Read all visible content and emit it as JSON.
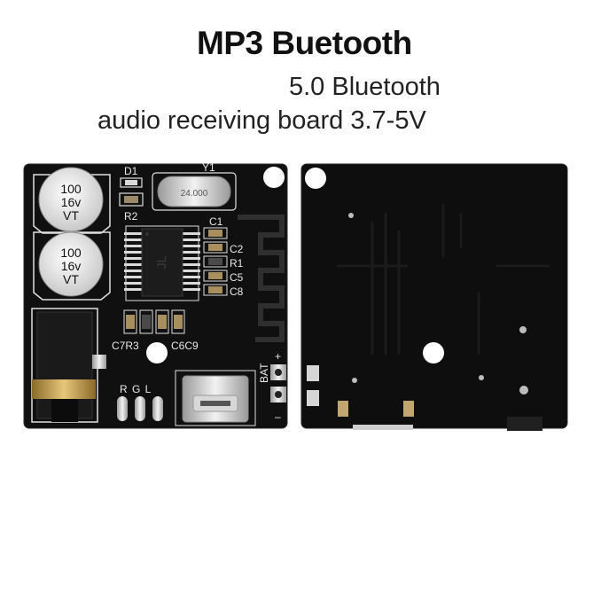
{
  "headline": {
    "title": "MP3 Buetooth",
    "line1": "5.0 Bluetooth",
    "line2": "audio receiving board 3.7-5V"
  },
  "front_board": {
    "capacitor_top": [
      "100",
      "16v",
      "VT"
    ],
    "capacitor_bottom": [
      "100",
      "16v",
      "VT"
    ],
    "crystal_label": "Y1",
    "crystal_marking": "24.000",
    "labels": {
      "d1": "D1",
      "r2": "R2",
      "c1": "C1",
      "c2": "C2",
      "r1": "R1",
      "c5": "C5",
      "c8": "C8",
      "c7r3": "C7R3",
      "c6c9": "C6C9",
      "rgl": "R G L",
      "bat": "BAT",
      "plus": "+",
      "minus": "–"
    }
  }
}
